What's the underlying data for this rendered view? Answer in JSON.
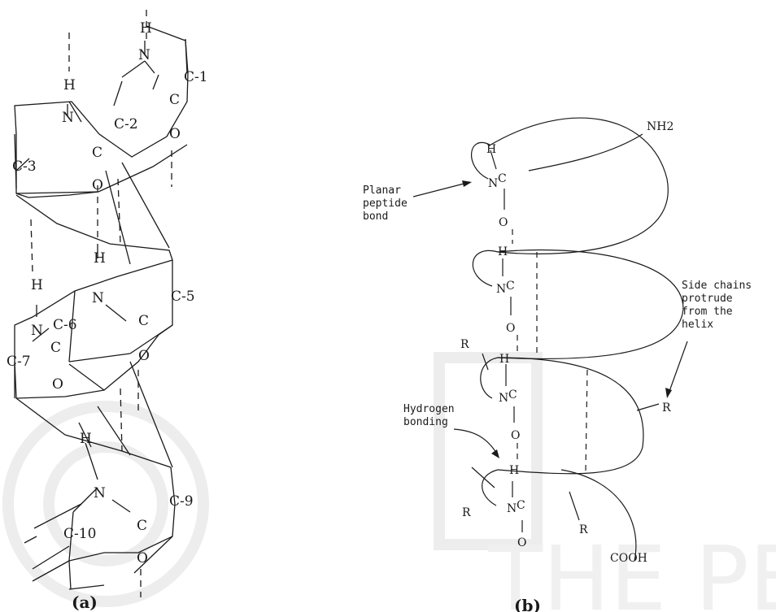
{
  "panel_a": {
    "caption": "(a)",
    "carbons": [
      "C-1",
      "C-2",
      "C-3",
      "C-5",
      "C-6",
      "C-7",
      "C-9",
      "C-10"
    ],
    "atoms": {
      "N": "N",
      "H": "H",
      "C": "C",
      "O": "O"
    }
  },
  "panel_b": {
    "caption": "(b)",
    "amino_end": "NH2",
    "carboxyl_end": "COOH",
    "label_peptide_bond": [
      "Planar",
      "peptide",
      "bond"
    ],
    "label_side_chains": [
      "Side chains",
      "protrude",
      "from the",
      "helix"
    ],
    "label_hydrogen_bonding": [
      "Hydrogen",
      "bonding"
    ],
    "side_chain_symbol": "R",
    "atoms": {
      "N": "N",
      "H": "H",
      "C": "C",
      "O": "O"
    }
  },
  "colors": {
    "ink": "#1a1a1a",
    "watermark": "#ededed"
  }
}
